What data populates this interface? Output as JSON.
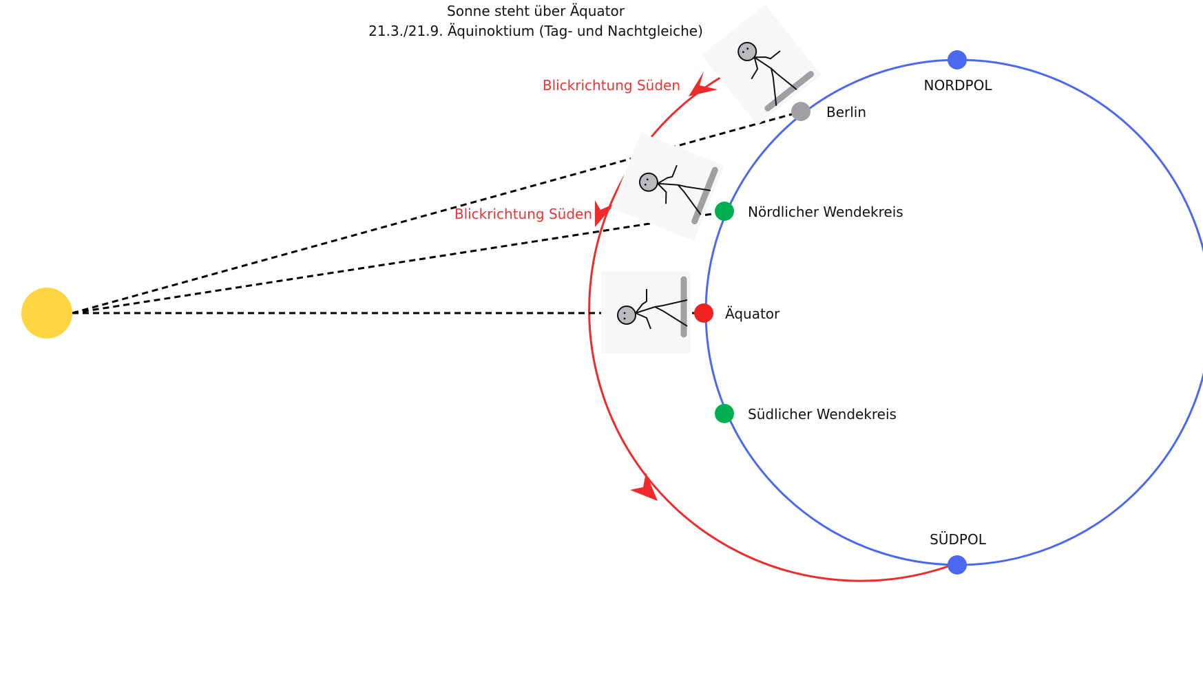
{
  "title": {
    "line1": "Sonne steht über Äquator",
    "line2": "21.3./21.9. Äquinoktium (Tag- und Nachtgleiche)"
  },
  "labels": {
    "nordpol": "NORDPOL",
    "suedpol": "SÜDPOL",
    "berlin": "Berlin",
    "noerdlicher_wendekreis": "Nördlicher Wendekreis",
    "aequator": "Äquator",
    "suedlicher_wendekreis": "Südlicher Wendekreis",
    "blickrichtung_1": "Blickrichtung Süden",
    "blickrichtung_2": "Blickrichtung Süden"
  },
  "colors": {
    "sun": "#fdd540",
    "earth_outline": "#4a68f0",
    "direction_arc": "#ee2a2a",
    "pole": "#4a68f0",
    "berlin": "#a0a0a4",
    "tropic": "#00b050",
    "equator": "#f02020",
    "sun_ray": "#000000"
  },
  "icons": [
    "sun-icon",
    "stick-figure-icon"
  ]
}
